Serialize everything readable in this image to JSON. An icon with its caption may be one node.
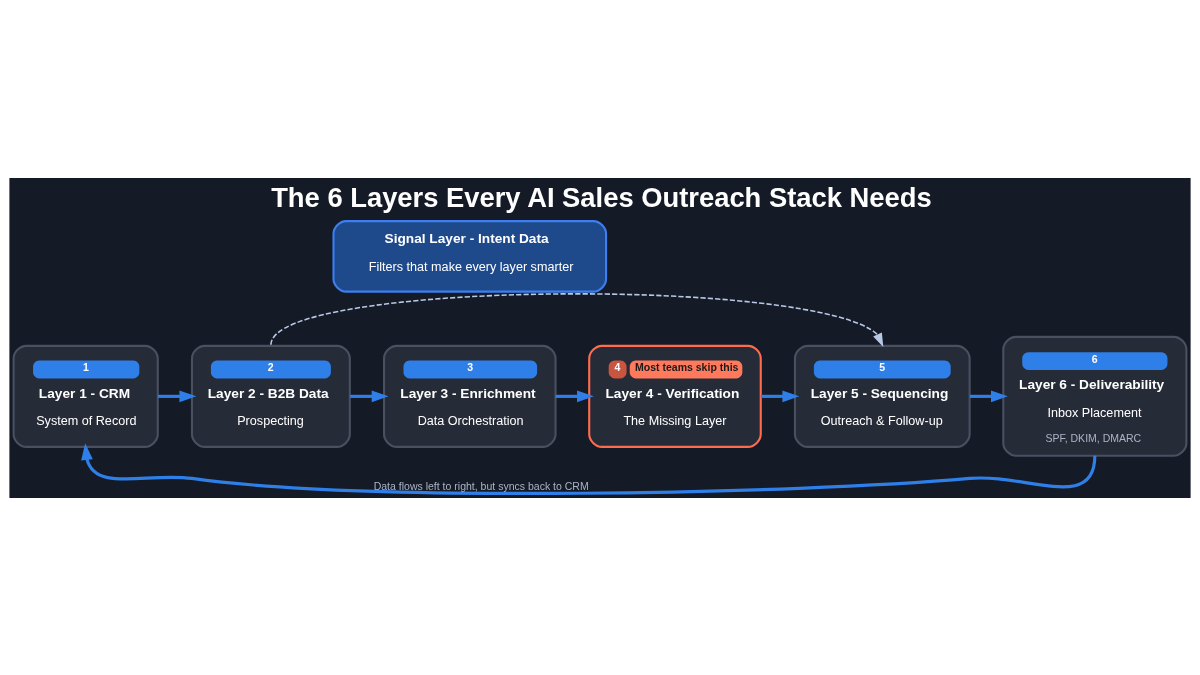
{
  "diagram": {
    "title": "The 6 Layers Every AI Sales Outreach Stack Needs",
    "nodes": [
      {
        "text": [
          "Signal Layer - Intent Data",
          "Filters that make every layer smarter"
        ]
      },
      {
        "text": [
          "1",
          "Layer 1 - CRM",
          "System of Record"
        ]
      },
      {
        "text": [
          "2",
          "Layer 2 - B2B Data",
          "Prospecting"
        ]
      },
      {
        "text": [
          "3",
          "Layer 3 - Enrichment",
          "Data Orchestration"
        ]
      },
      {
        "text": [
          "4",
          "Most teams skip this",
          "Layer 4 - Verification",
          "The Missing Layer"
        ]
      },
      {
        "text": [
          "5",
          "Layer 5 - Sequencing",
          "Outreach & Follow-up"
        ]
      },
      {
        "text": [
          "6",
          "Layer 6 - Deliverability",
          "Inbox Placement",
          "SPF, DKIM, DMARC"
        ]
      }
    ],
    "edges": [
      {
        "from": 1,
        "to": 2,
        "arrow": "to"
      },
      {
        "from": 2,
        "to": 3,
        "arrow": "to"
      },
      {
        "from": 3,
        "to": 4,
        "arrow": "to"
      },
      {
        "from": 4,
        "to": 5,
        "arrow": "to"
      },
      {
        "from": 5,
        "to": 6,
        "arrow": "to"
      },
      {
        "from": 6,
        "to": 1,
        "arrow": "to",
        "label": "Data flows left to right, but syncs back to CRM"
      },
      {
        "from": 2,
        "to": 5,
        "arrow": "to",
        "style": "dashed",
        "color": "#b8c8e6"
      }
    ]
  }
}
